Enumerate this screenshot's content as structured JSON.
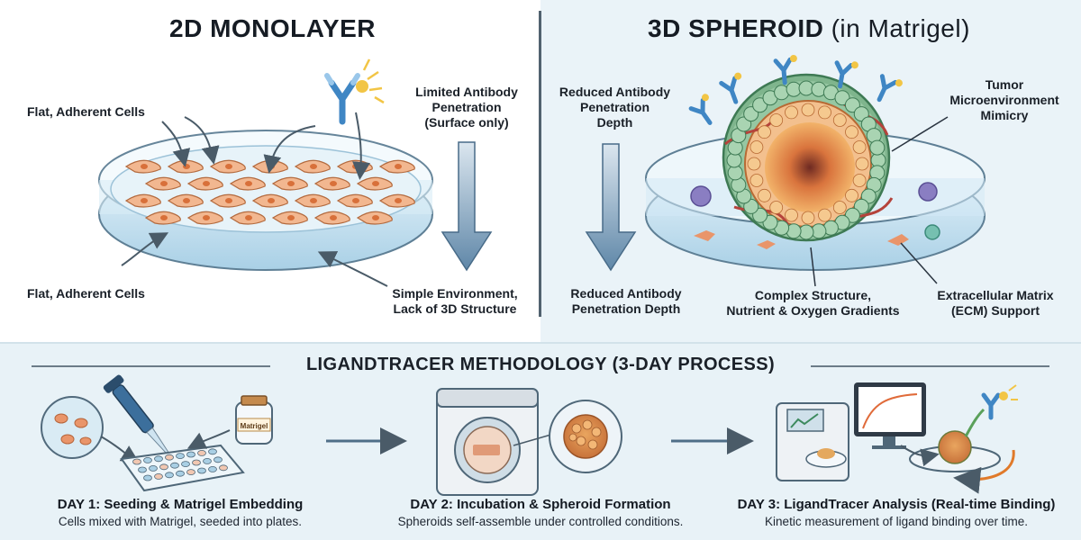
{
  "monolayer": {
    "title": "2D MONOLAYER",
    "label_cells_top": "Flat, Adherent Cells",
    "label_cells_bottom": "Flat, Adherent Cells",
    "label_penetration": [
      "Limited Antibody",
      "Penetration",
      "(Surface only)"
    ],
    "label_environment": [
      "Simple Environment,",
      "Lack of 3D Structure"
    ]
  },
  "spheroid": {
    "title": "3D SPHEROID",
    "title_suffix": "(in Matrigel)",
    "label_penetration_top": [
      "Reduced Antibody",
      "Penetration",
      "Depth"
    ],
    "label_penetration_bottom": [
      "Reduced Antibody",
      "Penetration Depth"
    ],
    "label_tme": [
      "Tumor",
      "Microenvironment",
      "Mimicry"
    ],
    "label_structure": [
      "Complex Structure,",
      "Nutrient & Oxygen Gradients"
    ],
    "label_ecm": [
      "Extracellular Matrix",
      "(ECM) Support"
    ]
  },
  "methodology": {
    "title": "LIGANDTRACER METHODOLOGY (3-DAY PROCESS)",
    "matrigel_vial_label": "Matrigel",
    "steps": [
      {
        "title": "DAY 1: Seeding & Matrigel Embedding",
        "desc": "Cells mixed with Matrigel, seeded into plates."
      },
      {
        "title": "DAY 2: Incubation & Spheroid Formation",
        "desc": "Spheroids self-assemble under controlled conditions."
      },
      {
        "title": "DAY 3: LigandTracer Analysis (Real-time Binding)",
        "desc": "Kinetic measurement of ligand binding over time."
      }
    ]
  },
  "colors": {
    "arrow_blue": "#6f95b3",
    "dish_blue": "#cfe6f3",
    "cell_orange": "#f2b790",
    "core_orange": "#e38a4a",
    "outer_green": "#7fb58d",
    "antibody_blue": "#3f86c4",
    "antibody_yellow": "#f2c545"
  }
}
